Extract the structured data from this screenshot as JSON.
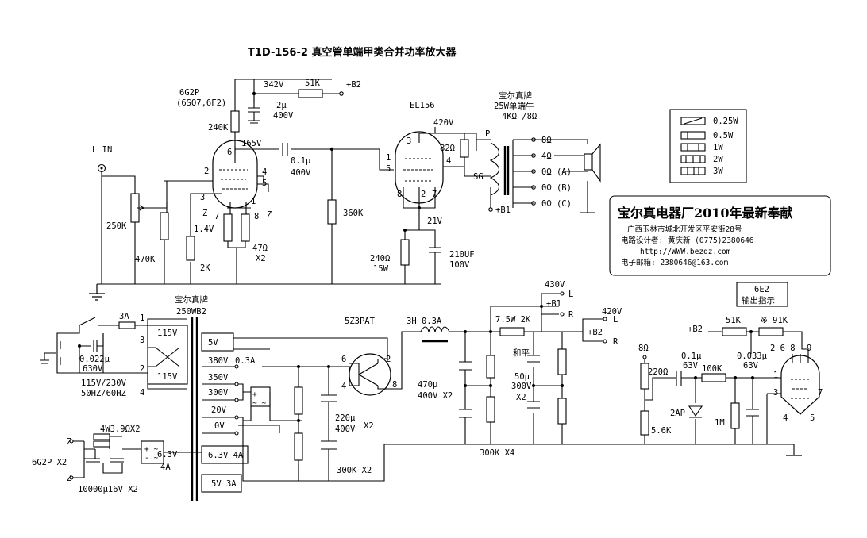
{
  "title": "T1D-156-2 真空管单端甲类合并功率放大器",
  "input": {
    "label": "L IN",
    "pot": "250K",
    "r_470k": "470K"
  },
  "preamp": {
    "tube": "6G2P",
    "tube_alt": "(6SQ7,6Г2)",
    "plate_res": "240K",
    "b_voltage": "342V",
    "b_res": "51K",
    "b_label": "+B2",
    "b_cap": "2μ",
    "b_cap_v": "400V",
    "plate_v": "165V",
    "cathode_v": "1.4V",
    "cathode_r": "2K",
    "r_47": "47Ω",
    "x2": "X2",
    "coupling_cap": "0.1μ",
    "coupling_v": "400V",
    "grid_r": "360K",
    "pins": [
      "6",
      "2",
      "4",
      "5",
      "3",
      "7",
      "1",
      "8"
    ],
    "z": "Z"
  },
  "output": {
    "tube": "EL156",
    "plate_v": "420V",
    "r82": "82Ω",
    "pins": [
      "3",
      "1",
      "4",
      "5",
      "8",
      "2",
      "7"
    ],
    "p_label": "P",
    "sg_label": "SG",
    "b1": "+B1",
    "cathode_v": "21V",
    "cathode_r": "240Ω",
    "cathode_r_w": "15W",
    "cathode_cap": "210UF",
    "cathode_cap_v": "100V",
    "transformer_brand": "宝尔真牌",
    "transformer_type": "25W单端牛",
    "transformer_imp": "4KΩ /8Ω",
    "taps": [
      "8Ω",
      "4Ω",
      "0Ω (A)",
      "0Ω (B)",
      "0Ω (C)"
    ]
  },
  "legend": {
    "items": [
      "0.25W",
      "0.5W",
      "1W",
      "2W",
      "3W"
    ]
  },
  "company": {
    "name": "宝尔真电器厂2010年最新奉献",
    "address": "广西玉林市城北开发区平安街28号",
    "designer": "电路设计者: 黄庆新   (0775)2380646",
    "web": "http://WWW.bezdz.com",
    "email": "电子邮箱: 2380646@163.com"
  },
  "power": {
    "brand": "宝尔真牌",
    "model": "250WB2",
    "fuse": "3A",
    "cap": "0.022μ",
    "cap_v": "630V",
    "mains": "115V/230V",
    "freq": "50HZ/60HZ",
    "primary": [
      "115V",
      "115V"
    ],
    "pri_pins": [
      "1",
      "3",
      "2",
      "4"
    ],
    "sec": [
      "5V",
      "380V",
      "0.3A",
      "350V",
      "300V",
      "20V",
      "0V",
      "6.3V 4A",
      "5V 3A"
    ],
    "rect_tube": "5Z3PAT",
    "rect_pins": [
      "6",
      "2",
      "4",
      "8"
    ],
    "choke": "3H 0.3A",
    "c_filter": "470μ",
    "c_filter_v": "400V X2",
    "r_75": "7.5W 2K",
    "hp": "和平",
    "c50": "50μ",
    "c50_v": "300V",
    "c50_x": "X2",
    "r300k": "300K  X4",
    "v430": "430V",
    "v420": "420V",
    "b1": "+B1",
    "b2": "+B2",
    "l": "L",
    "r": "R",
    "bias_c": "220μ",
    "bias_c_v": "400V",
    "bias_x": "X2",
    "bias_r": "300K X2",
    "heater_r": "4W3.9ΩX2",
    "heater_c": "10000μ16V X2",
    "heater_tube": "6G2P X2",
    "heater_v": "6.3V",
    "heater_a": "4A",
    "z": "Z"
  },
  "indicator": {
    "tube": "6E2",
    "tube_label": "输出指示",
    "b2": "+B2",
    "r51k": "51K",
    "r91k": "※ 91K",
    "pins_top": "2 6 8",
    "pin9": "9",
    "r8": "8Ω",
    "r220": "220Ω",
    "r56k": "5.6K",
    "c01": "0.1μ",
    "c01_v": "63V",
    "diode": "2AP",
    "r100k": "100K",
    "r1m": "1M",
    "c033": "0.033μ",
    "c033_v": "63V",
    "pins": [
      "1",
      "3",
      "7",
      "4",
      "5"
    ]
  }
}
